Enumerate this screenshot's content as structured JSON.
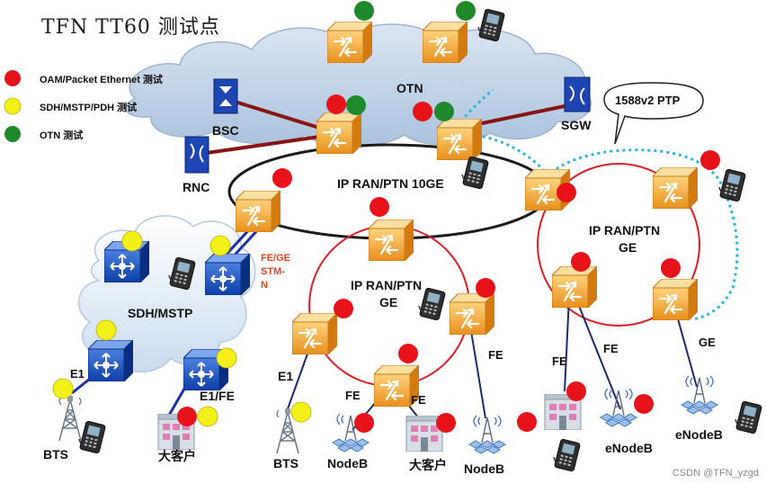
{
  "title": "TFN TT60 测试点",
  "legend": [
    {
      "label": "OAM/Packet Ethernet 测试",
      "color": "#e8131a"
    },
    {
      "label": "SDH/MSTP/PDH 测试",
      "color": "#f5ef1a"
    },
    {
      "label": "OTN 测试",
      "color": "#1f8a2c"
    }
  ],
  "labels": {
    "otn": "OTN",
    "bsc": "BSC",
    "rnc": "RNC",
    "sgw": "SGW",
    "ptp": "1588v2 PTP",
    "ipran10ge": "IP RAN/PTN 10GE",
    "ipran_ge_mid_1": "IP RAN/PTN",
    "ipran_ge_mid_2": "GE",
    "ipran_ge_right_1": "IP RAN/PTN",
    "ipran_ge_right_2": "GE",
    "sdh": "SDH/MSTP",
    "fe_ge_1": "FE/GE",
    "fe_ge_2": "STM-",
    "fe_ge_3": "N",
    "e1_left": "E1",
    "e1fe": "E1/FE",
    "bts_left": "BTS",
    "bigcust_left": "大客户",
    "e1_mid": "E1",
    "fe_mid_left": "FE",
    "fe_mid_right": "FE",
    "fe_mid_far": "FE",
    "bts_mid": "BTS",
    "nodeb_mid": "NodeB",
    "bigcust_mid": "大客户",
    "nodeb_right": "NodeB",
    "fe_right_1": "FE",
    "fe_right_2": "FE",
    "ge_right": "GE",
    "enodeb_1": "eNodeB",
    "enodeb_2": "eNodeB"
  },
  "watermark": "CSDN @TFN_yzgd"
}
